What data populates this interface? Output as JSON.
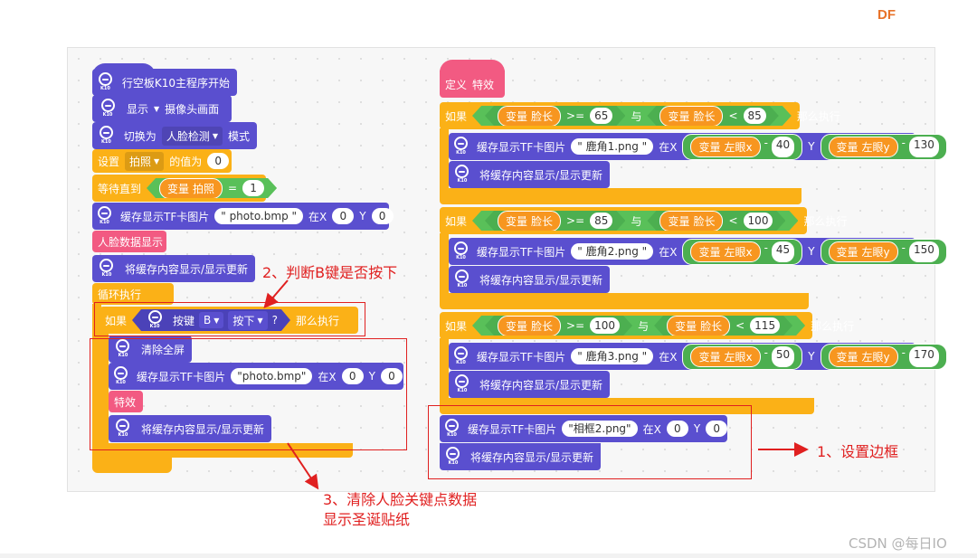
{
  "brand": {
    "logo_text": "DF",
    "color": "#e8732a"
  },
  "watermark": "CSDN @每日IO",
  "colors": {
    "block_blue": "#5a4fcf",
    "block_orange": "#fbb117",
    "block_pink": "#f25a82",
    "operator_green": "#59c059",
    "variable_orange": "#f79620",
    "annotation_red": "#e02020"
  },
  "icons": {
    "k10": "k10-board-icon",
    "dropdown": "caret-down-icon"
  },
  "k10_label": "K10",
  "left": {
    "start": "行空板K10主程序开始",
    "display": {
      "label": "显示",
      "option": "摄像头画面"
    },
    "switch": {
      "label": "切换为",
      "option": "人脸检测",
      "suffix": "模式"
    },
    "set_var": {
      "label": "设置",
      "var": "拍照",
      "suffix": "的值为",
      "value": "0"
    },
    "wait": {
      "label": "等待直到",
      "var_prefix": "变量",
      "var": "拍照",
      "op": "=",
      "value": "1"
    },
    "cache1": {
      "label": "缓存显示TF卡图片",
      "file": "\" photo.bmp \"",
      "x_label": "在X",
      "x": "0",
      "y_label": "Y",
      "y": "0"
    },
    "face_data": "人脸数据显示",
    "refresh1": "将缓存内容显示/显示更新",
    "loop": "循环执行",
    "if": {
      "label": "如果",
      "key_label": "按键",
      "key": "B",
      "state": "按下",
      "q": "?",
      "then": "那么执行"
    },
    "clear": "清除全屏",
    "cache2": {
      "label": "缓存显示TF卡图片",
      "file": "\"photo.bmp\"",
      "x_label": "在X",
      "x": "0",
      "y_label": "Y",
      "y": "0"
    },
    "effect": "特效",
    "refresh2": "将缓存内容显示/显示更新"
  },
  "right": {
    "define": {
      "label": "定义",
      "name": "特效"
    },
    "if1": {
      "label": "如果",
      "var_prefix": "变量",
      "var": "脸长",
      "op1": ">=",
      "v1": "65",
      "and": "与",
      "op2": "<",
      "v2": "85",
      "then": "那么执行",
      "cache": {
        "label": "缓存显示TF卡图片",
        "file": "\" 鹿角1.png \"",
        "x_label": "在X",
        "xvar": "左眼x",
        "xop": "-",
        "xval": "40",
        "y_label": "Y",
        "yvar": "左眼y",
        "yop": "-",
        "yval": "130"
      },
      "refresh": "将缓存内容显示/显示更新"
    },
    "if2": {
      "label": "如果",
      "var_prefix": "变量",
      "var": "脸长",
      "op1": ">=",
      "v1": "85",
      "and": "与",
      "op2": "<",
      "v2": "100",
      "then": "那么执行",
      "cache": {
        "label": "缓存显示TF卡图片",
        "file": "\" 鹿角2.png \"",
        "x_label": "在X",
        "xvar": "左眼x",
        "xop": "-",
        "xval": "45",
        "y_label": "Y",
        "yvar": "左眼y",
        "yop": "-",
        "yval": "150"
      },
      "refresh": "将缓存内容显示/显示更新"
    },
    "if3": {
      "label": "如果",
      "var_prefix": "变量",
      "var": "脸长",
      "op1": ">=",
      "v1": "100",
      "and": "与",
      "op2": "<",
      "v2": "115",
      "then": "那么执行",
      "cache": {
        "label": "缓存显示TF卡图片",
        "file": "\" 鹿角3.png \"",
        "x_label": "在X",
        "xvar": "左眼x",
        "xop": "-",
        "xval": "50",
        "y_label": "Y",
        "yvar": "左眼y",
        "yop": "-",
        "yval": "170"
      },
      "refresh": "将缓存内容显示/显示更新"
    },
    "frame": {
      "label": "缓存显示TF卡图片",
      "file": "\"相框2.png\"",
      "x_label": "在X",
      "x": "0",
      "y_label": "Y",
      "y": "0"
    },
    "frame_refresh": "将缓存内容显示/显示更新"
  },
  "annotations": {
    "note1": "1、设置边框",
    "note2": "2、判断B键是否按下",
    "note3_line1": "3、清除人脸关键点数据",
    "note3_line2": "显示圣诞贴纸"
  }
}
